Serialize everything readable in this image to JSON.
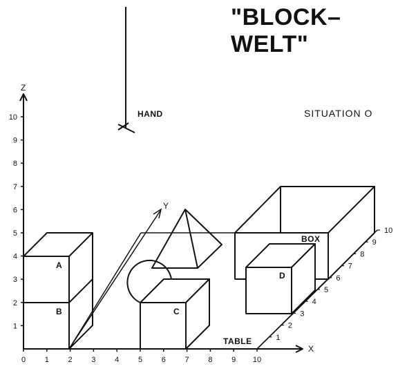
{
  "title": "\"BLOCK–WELT\"",
  "situation": "SITUATION O",
  "labels": {
    "hand": "HAND",
    "box": "BOX",
    "table": "TABLE",
    "block_a": "A",
    "block_b": "B",
    "block_c": "C",
    "block_d": "D"
  },
  "axes": {
    "x_name": "X",
    "y_name": "Y",
    "z_name": "Z",
    "x_ticks": [
      "0",
      "1",
      "2",
      "3",
      "4",
      "5",
      "6",
      "7",
      "8",
      "9",
      "10"
    ],
    "z_ticks": [
      "1",
      "2",
      "3",
      "4",
      "5",
      "6",
      "7",
      "8",
      "9",
      "10"
    ],
    "y_ticks": [
      "1",
      "2",
      "3",
      "4",
      "5",
      "6",
      "7",
      "8",
      "9",
      "10"
    ]
  }
}
